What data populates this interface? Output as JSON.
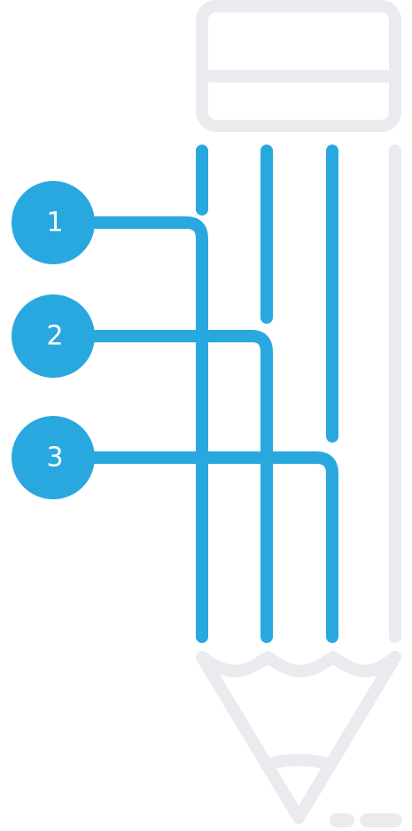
{
  "colors": {
    "accent": "#29a8df",
    "outline": "#ebebef",
    "label_text": "#ffffff"
  },
  "steps": [
    {
      "label": "1"
    },
    {
      "label": "2"
    },
    {
      "label": "3"
    }
  ]
}
